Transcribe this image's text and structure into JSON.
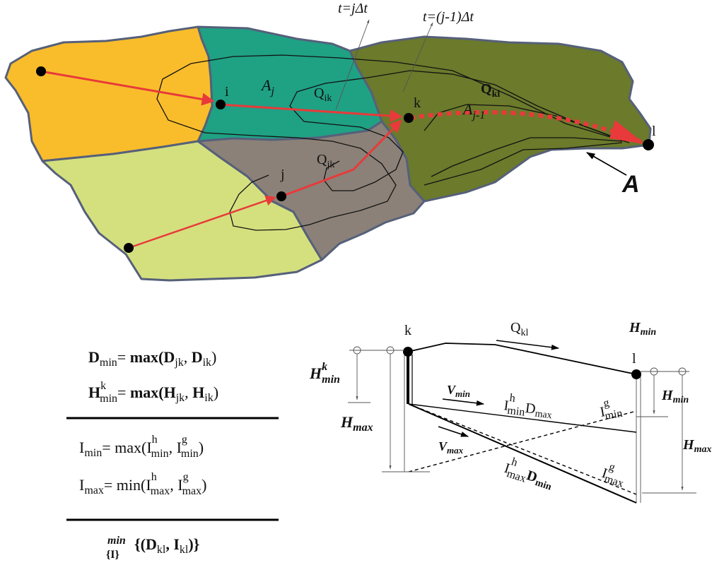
{
  "colors": {
    "region_i_upstream": "#f9bd2b",
    "region_ik": "#1fa184",
    "region_kl": "#6b7a2b",
    "region_jk": "#8b8178",
    "region_j_upstream": "#d4e07e",
    "boundary": "#56607a",
    "flow_arrow": "#e83a3a",
    "node": "#000000"
  },
  "map": {
    "nodes": {
      "i": "i",
      "j": "j",
      "k": "k",
      "l": "l"
    },
    "time_labels": {
      "t_j": "t=jΔt",
      "t_j_minus_1": "t=(j-1)Δt"
    },
    "areas": {
      "a_j": "A",
      "a_j_sub": "j",
      "a_j1": "A",
      "a_j1_sub": "j-1"
    },
    "flows": {
      "q_ik": "Q",
      "q_ik_sub": "ik",
      "q_jk": "Q",
      "q_jk_sub": "jk",
      "q_kl": "Q",
      "q_kl_sub": "kl"
    },
    "outlet_label": "A"
  },
  "formulas": {
    "dmin": {
      "lhs": "D",
      "lhs_sub": "min",
      "eq": "= ",
      "fn": "max(",
      "a": "D",
      "a_sub": "jk",
      "sep": ", ",
      "b": "D",
      "b_sub": "ik",
      "close": ")"
    },
    "hmin": {
      "lhs": "H",
      "lhs_sup": "k",
      "lhs_sub": "min",
      "eq": "= ",
      "fn": "max(",
      "a": "H",
      "a_sub": "jk",
      "sep": ", ",
      "b": "H",
      "b_sub": "ik",
      "close": ")"
    },
    "imin": {
      "lhs": "I",
      "lhs_sub": "min",
      "eq": "= ",
      "fn": "max(I",
      "a_sup": "h",
      "a_sub": "min",
      "sep": ", I",
      "b_sup": "g",
      "b_sub": "min",
      "close": ")"
    },
    "imax": {
      "lhs": "I",
      "lhs_sub": "max",
      "eq": "= ",
      "fn": "min(I",
      "a_sup": "h",
      "a_sub": "max",
      "sep": ", I",
      "b_sup": "g",
      "b_sub": "max",
      "close": ")"
    },
    "objective": {
      "op": "min",
      "op_sub": "{I}",
      "body": "{(D",
      "body_sub1": "kl",
      "mid": ", I",
      "body_sub2": "kl",
      "close": ")}"
    }
  },
  "profile": {
    "node_k": "k",
    "node_l": "l",
    "flow": "Q",
    "flow_sub": "kl",
    "h_min_top": "H",
    "h_min_top_sub": "min",
    "h_min_k": "H",
    "h_min_k_sup": "k",
    "h_min_k_sub": "min",
    "h_max_left": "H",
    "h_max_left_sub": "max",
    "h_min_right": "H",
    "h_min_right_sub": "min",
    "h_max_right": "H",
    "h_max_right_sub": "max",
    "v_min": "V",
    "v_min_sub": "min",
    "v_max": "V",
    "v_max_sub": "max",
    "imin_h_dmax": "I",
    "imin_h_dmax_sup": "h",
    "imin_h_dmax_sub": "min",
    "imin_h_dmax_tail": "D",
    "imin_h_dmax_tail_sub": "max",
    "imax_h_dmin": "I",
    "imax_h_dmin_sup": "h",
    "imax_h_dmin_sub": "max",
    "imax_h_dmin_tail": "D",
    "imax_h_dmin_tail_sub": "min",
    "imin_g": "I",
    "imin_g_sup": "g",
    "imin_g_sub": "min",
    "imax_g": "I",
    "imax_g_sup": "g",
    "imax_g_sub": "max"
  }
}
